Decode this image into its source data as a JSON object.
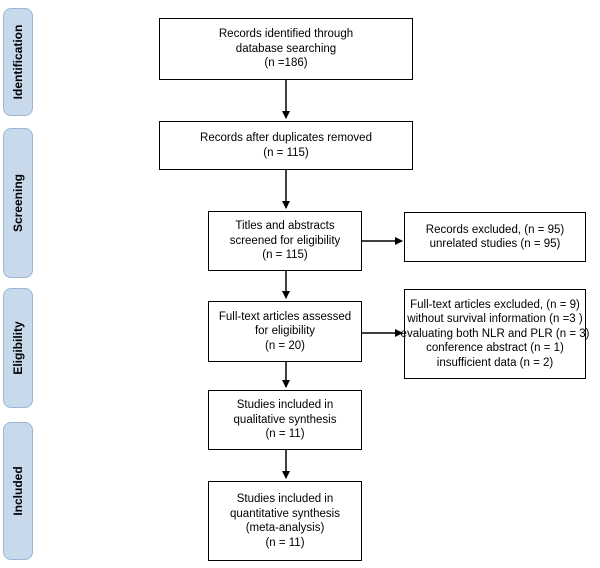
{
  "phases": {
    "identification": "Identification",
    "screening": "Screening",
    "eligibility": "Eligibility",
    "included": "Included"
  },
  "boxes": {
    "identified": [
      "Records identified through",
      "database searching",
      "(n =186)"
    ],
    "after_duplicates": [
      "Records after duplicates removed",
      "(n =  115)"
    ],
    "screened": [
      "Titles and abstracts",
      "screened for eligibility",
      "(n = 115)"
    ],
    "excluded_screening": [
      "Records excluded, (n = 95)",
      "unrelated studies (n = 95)"
    ],
    "fulltext_assessed": [
      "Full-text articles assessed",
      "for eligibility",
      "(n = 20)"
    ],
    "fulltext_excluded": [
      "Full-text articles excluded, (n = 9)",
      "without survival information (n =3 )",
      "evaluating both NLR and PLR (n = 3)",
      "conference abstract (n = 1)",
      "insufficient data (n = 2)"
    ],
    "qualitative": [
      "Studies included in",
      "qualitative synthesis",
      "(n = 11)"
    ],
    "quantitative": [
      "Studies included in",
      "quantitative synthesis",
      "(meta-analysis)",
      "(n = 11)"
    ]
  }
}
